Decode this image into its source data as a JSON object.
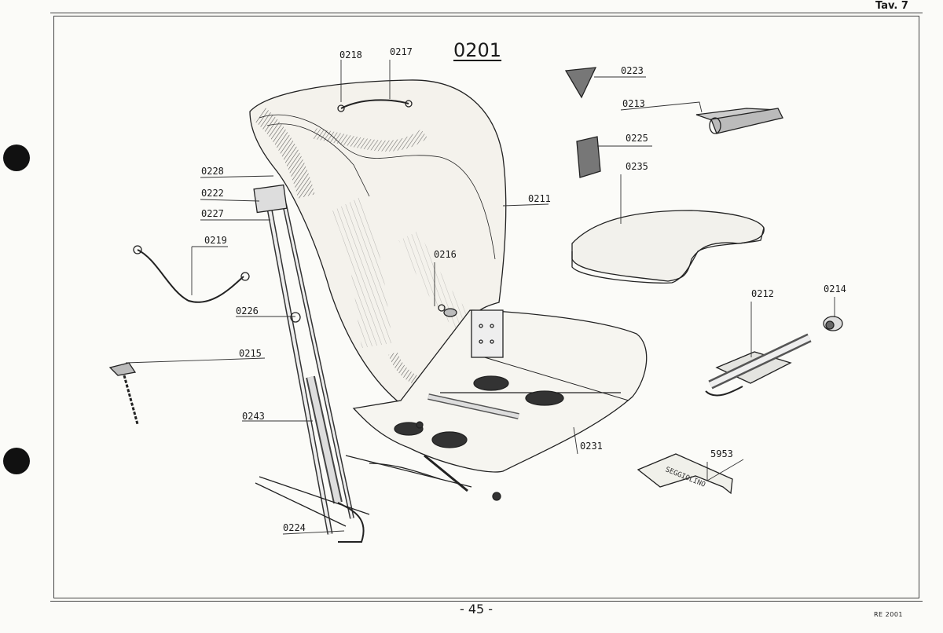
{
  "sheet_tag": "Tav. 7",
  "assembly_number": "0201",
  "page_number": "- 45 -",
  "doc_ref": "RE 2001",
  "stamp_text": "SEGGIOLINO",
  "parts": {
    "p0218": "0218",
    "p0217": "0217",
    "p0223": "0223",
    "p0213": "0213",
    "p0225": "0225",
    "p0235": "0235",
    "p0228": "0228",
    "p0222": "0222",
    "p0227": "0227",
    "p0211": "0211",
    "p0219": "0219",
    "p0216": "0216",
    "p0212": "0212",
    "p0214": "0214",
    "p0226": "0226",
    "p0215": "0215",
    "p0243": "0243",
    "p0231": "0231",
    "p5953": "5953",
    "p0224": "0224"
  }
}
